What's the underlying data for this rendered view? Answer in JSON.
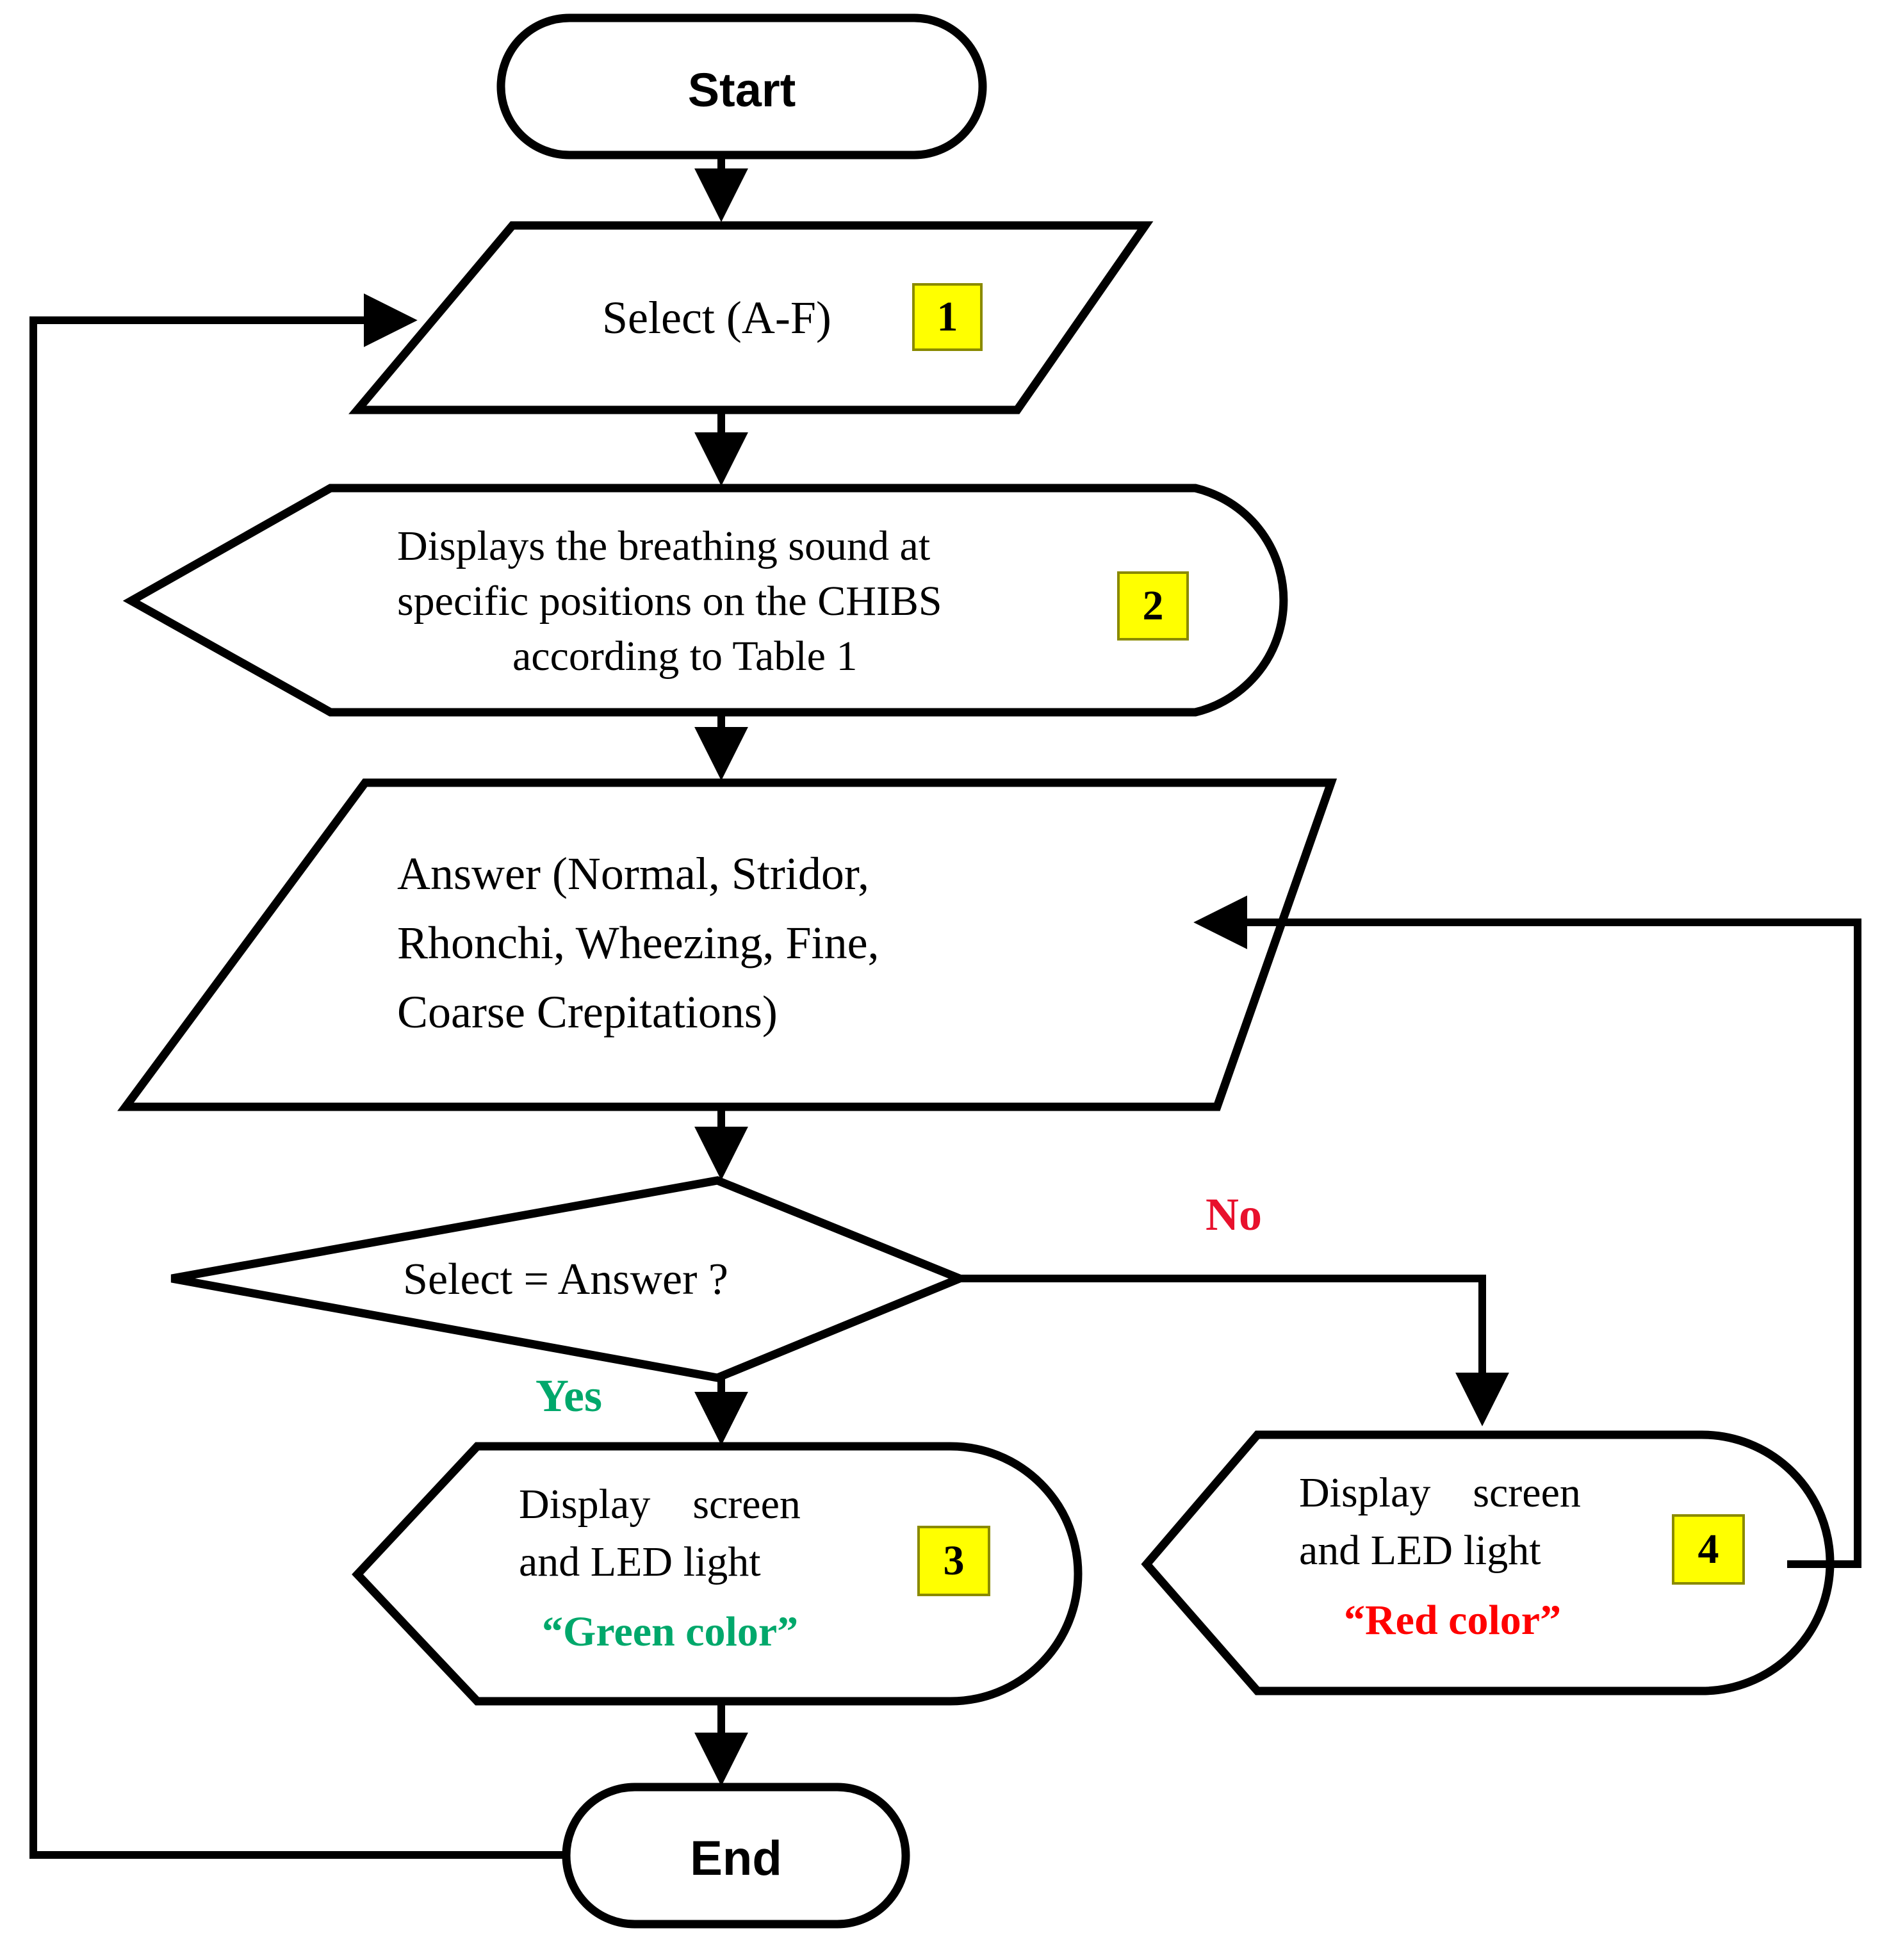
{
  "diagram": {
    "title": "CHIBS breathing-sound quiz flowchart",
    "colors": {
      "stroke": "#000000",
      "background": "#ffffff",
      "badge_fill": "#ffff00",
      "badge_border": "#8a8a00",
      "yes_green": "#00a86b",
      "no_red": "#e8112d",
      "green_color_text": "#00a86b",
      "red_color_text": "#ff0000"
    },
    "nodes": {
      "start": {
        "label": "Start",
        "shape": "terminator"
      },
      "select": {
        "label": "Select (A-F)",
        "badge": "1",
        "shape": "parallelogram-input"
      },
      "display_sound": {
        "line1": "Displays the breathing sound at",
        "line2": "specific positions on the CHIBS",
        "line3": "according to Table 1",
        "badge": "2",
        "shape": "display"
      },
      "answer": {
        "line1": "Answer (Normal, Stridor,",
        "line2": "Rhonchi, Wheezing, Fine,",
        "line3": "Coarse Crepitations)",
        "shape": "parallelogram-input"
      },
      "decision": {
        "label": "Select = Answer ?",
        "shape": "diamond"
      },
      "green_result": {
        "line1": "Display    screen",
        "line2": "and LED light",
        "color_text": "“Green color”",
        "badge": "3",
        "shape": "display"
      },
      "red_result": {
        "line1": "Display    screen",
        "line2": "and LED light",
        "color_text": "“Red color”",
        "badge": "4",
        "shape": "display"
      },
      "end": {
        "label": "End",
        "shape": "terminator"
      }
    },
    "edges": {
      "yes_label": "Yes",
      "no_label": "No"
    }
  }
}
